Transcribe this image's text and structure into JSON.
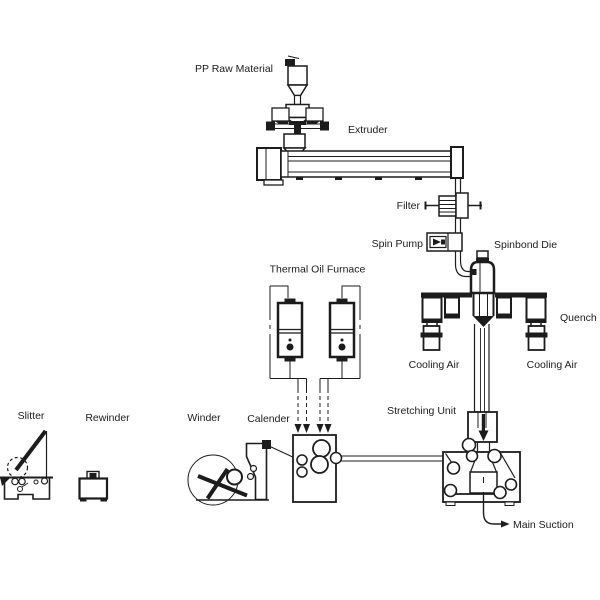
{
  "diagram": {
    "type": "process-flow-schematic",
    "subject": "PP spunbond nonwoven production line",
    "colors": {
      "ink": "#1c1c1c",
      "background": "#ffffff"
    }
  },
  "labels": {
    "pp_raw_material": "PP Raw Material",
    "extruder": "Extruder",
    "filter": "Filter",
    "spin_pump": "Spin Pump",
    "spinbond_die": "Spinbond Die",
    "quench": "Quench",
    "cooling_air_left": "Cooling Air",
    "cooling_air_right": "Cooling Air",
    "thermal_oil_furnace": "Thermal Oil Furnace",
    "stretching_unit": "Stretching Unit",
    "main_suction": "Main Suction",
    "calender": "Calender",
    "winder": "Winder",
    "rewinder": "Rewinder",
    "slitter": "Slitter"
  }
}
